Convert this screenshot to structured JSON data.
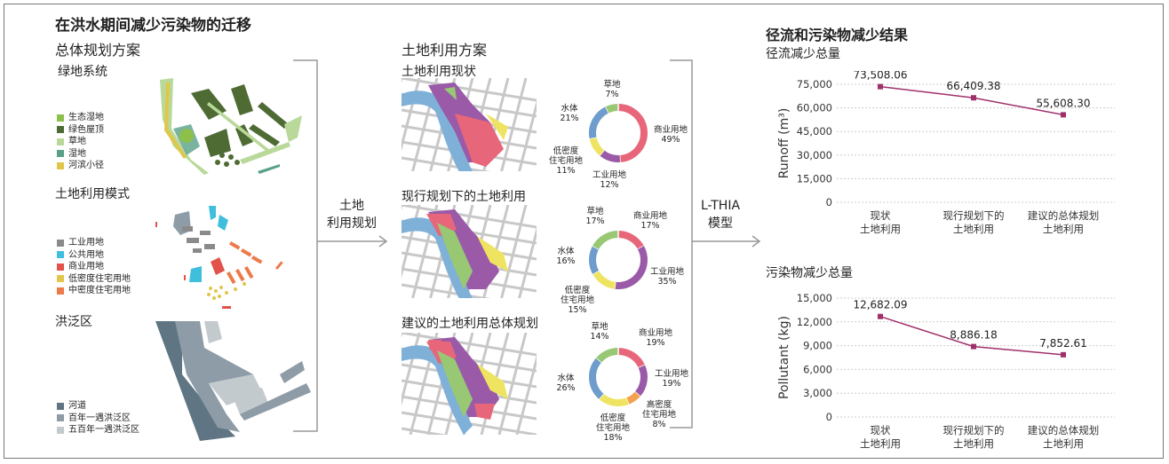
{
  "title": "在洪水期间减少污染物的迁移",
  "master_plan": {
    "heading": "总体规划方案",
    "green_system": {
      "heading": "绿地系统",
      "legend": [
        {
          "label": "生态湿地",
          "color": "#8dc04a"
        },
        {
          "label": "绿色屋顶",
          "color": "#4e6b34"
        },
        {
          "label": "草地",
          "color": "#b9d99a"
        },
        {
          "label": "湿地",
          "color": "#5aa08a"
        },
        {
          "label": "河滨小径",
          "color": "#e2c64a"
        }
      ]
    },
    "land_use_pattern": {
      "heading": "土地利用模式",
      "legend": [
        {
          "label": "工业用地",
          "color": "#8a8a8a"
        },
        {
          "label": "公共用地",
          "color": "#3fbfdc"
        },
        {
          "label": "商业用地",
          "color": "#e0524a"
        },
        {
          "label": "低密度住宅用地",
          "color": "#e2c64a"
        },
        {
          "label": "中密度住宅用地",
          "color": "#ec7a4a"
        }
      ]
    },
    "floodplain": {
      "heading": "洪泛区",
      "legend": [
        {
          "label": "河道",
          "color": "#5f7583"
        },
        {
          "label": "百年一遇洪泛区",
          "color": "#8d9ca6"
        },
        {
          "label": "五百年一遇洪泛区",
          "color": "#c2cace"
        }
      ]
    }
  },
  "arrow1": {
    "line1": "土地",
    "line2": "利用规划"
  },
  "land_use": {
    "heading": "土地利用方案",
    "scenarios": [
      {
        "title": "土地利用现状",
        "slices": [
          {
            "label": "商业用地",
            "pct": "49%",
            "value": 49,
            "color": "#e8667a"
          },
          {
            "label": "工业用地",
            "pct": "12%",
            "value": 12,
            "color": "#9a5aa8"
          },
          {
            "label": "低密度住宅用地",
            "label_l1": "低密度",
            "label_l2": "住宅用地",
            "pct": "11%",
            "value": 11,
            "color": "#eee462"
          },
          {
            "label": "水体",
            "pct": "21%",
            "value": 21,
            "color": "#6e9ccc"
          },
          {
            "label": "草地",
            "pct": "7%",
            "value": 7,
            "color": "#98c874"
          }
        ]
      },
      {
        "title": "现行规划下的土地利用",
        "slices": [
          {
            "label": "商业用地",
            "pct": "17%",
            "value": 17,
            "color": "#e8667a"
          },
          {
            "label": "工业用地",
            "pct": "35%",
            "value": 35,
            "color": "#9a5aa8"
          },
          {
            "label": "低密度住宅用地",
            "label_l1": "低密度",
            "label_l2": "住宅用地",
            "pct": "15%",
            "value": 15,
            "color": "#eee462"
          },
          {
            "label": "水体",
            "pct": "16%",
            "value": 16,
            "color": "#6e9ccc"
          },
          {
            "label": "草地",
            "pct": "17%",
            "value": 17,
            "color": "#98c874"
          }
        ]
      },
      {
        "title": "建议的土地利用总体规划",
        "slices": [
          {
            "label": "商业用地",
            "pct": "19%",
            "value": 19,
            "color": "#e8667a"
          },
          {
            "label": "工业用地",
            "pct": "19%",
            "value": 19,
            "color": "#9a5aa8"
          },
          {
            "label": "高密度住宅用地",
            "label_l1": "高密度",
            "label_l2": "住宅用地",
            "pct": "8%",
            "value": 8,
            "color": "#f4a050"
          },
          {
            "label": "低密度住宅用地",
            "label_l1": "低密度",
            "label_l2": "住宅用地",
            "pct": "18%",
            "value": 18,
            "color": "#eee462"
          },
          {
            "label": "水体",
            "pct": "26%",
            "value": 26,
            "color": "#6e9ccc"
          },
          {
            "label": "草地",
            "pct": "14%",
            "value": 14,
            "color": "#98c874"
          }
        ]
      }
    ]
  },
  "arrow2": {
    "line1": "L-THIA",
    "line2": "模型"
  },
  "results": {
    "heading": "径流和污染物减少结果",
    "runoff_heading": "径流减少总量",
    "pollutant_heading": "污染物减少总量"
  },
  "chart_data": [
    {
      "type": "line",
      "title": "径流减少总量",
      "ylabel": "Runoff (m³)",
      "categories": [
        [
          "现状",
          "土地利用"
        ],
        [
          "现行规划下的",
          "土地利用"
        ],
        [
          "建议的总体规划",
          "土地利用"
        ]
      ],
      "values": [
        73508.06,
        66409.38,
        55608.3
      ],
      "value_labels": [
        "73,508.06",
        "66,409.38",
        "55,608.30"
      ],
      "yticks": [
        "0",
        "15,000",
        "30,000",
        "45,000",
        "60,000",
        "75,000"
      ],
      "ylim": [
        0,
        75000
      ],
      "grid": true,
      "color": "#a0306a"
    },
    {
      "type": "line",
      "title": "污染物减少总量",
      "ylabel": "Pollutant (kg)",
      "categories": [
        [
          "现状",
          "土地利用"
        ],
        [
          "现行规划下的",
          "土地利用"
        ],
        [
          "建议的总体规划",
          "土地利用"
        ]
      ],
      "values": [
        12682.09,
        8886.18,
        7852.61
      ],
      "value_labels": [
        "12,682.09",
        "8,886.18",
        "7,852.61"
      ],
      "yticks": [
        "0",
        "3,000",
        "6,000",
        "9,000",
        "12,000",
        "15,000"
      ],
      "ylim": [
        0,
        15000
      ],
      "grid": true,
      "color": "#a0306a"
    }
  ]
}
